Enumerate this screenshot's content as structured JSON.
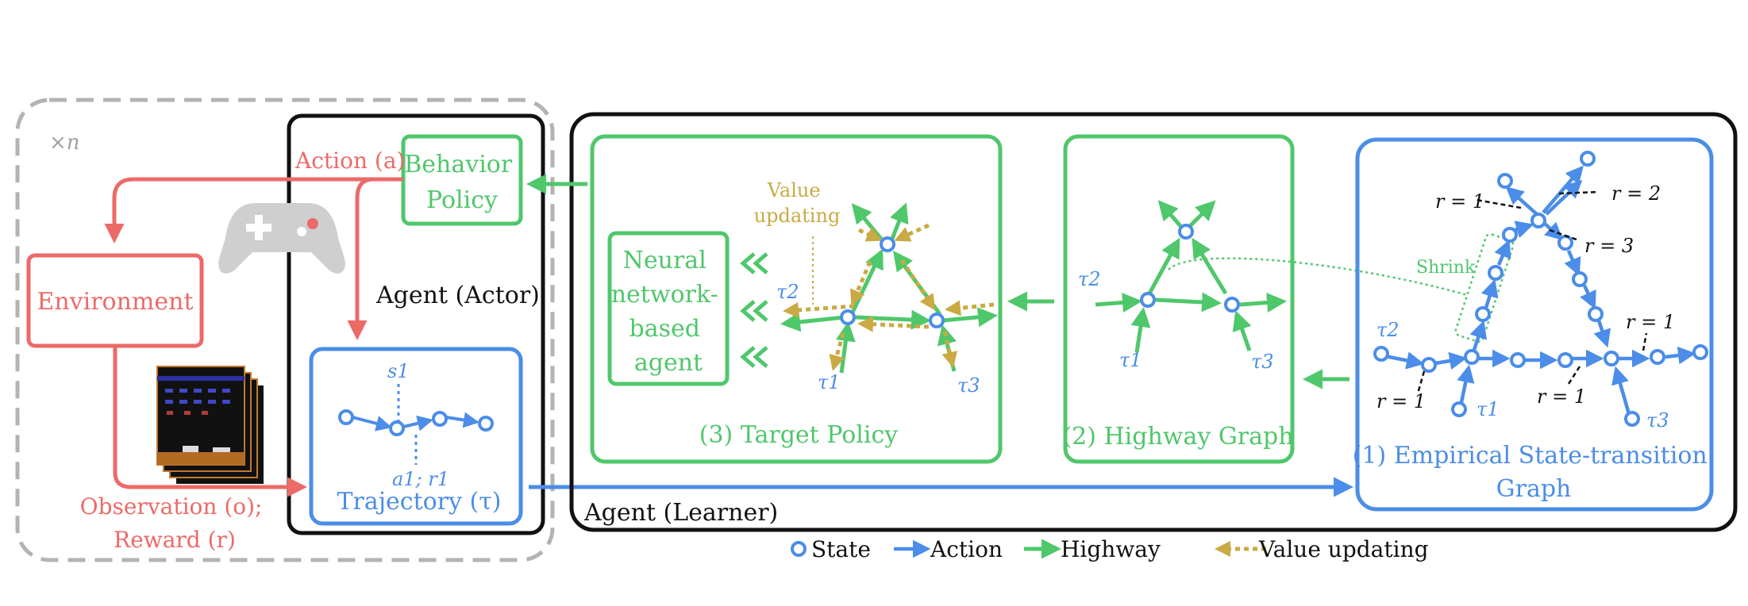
{
  "multiplier": "×n",
  "actor": {
    "action_label": "Action (a)",
    "behavior_policy": [
      "Behavior",
      "Policy"
    ],
    "agent_label": "Agent (Actor)",
    "environment": "Environment",
    "observation_label": [
      "Observation (o);",
      "Reward (r)"
    ],
    "trajectory_title": "Trajectory (τ)",
    "state_label": "s1",
    "action_reward_label": "a1; r1"
  },
  "learner": {
    "agent_label": "Agent (Learner)",
    "target_policy": {
      "title": "(3) Target Policy",
      "nn_agent": [
        "Neural",
        "network-",
        "based",
        "agent"
      ],
      "value_updating": [
        "Value",
        "updating"
      ],
      "tau": [
        "τ2",
        "τ1",
        "τ3"
      ]
    },
    "highway_graph": {
      "title": "(2) Highway Graph",
      "tau": [
        "τ2",
        "τ1",
        "τ3"
      ]
    },
    "empirical_graph": {
      "title": [
        "(1) Empirical State-transition",
        "Graph"
      ],
      "shrink": "Shrink",
      "rewards": [
        "r = 1",
        "r = 2",
        "r = 3",
        "r = 1",
        "r = 1",
        "r = 1"
      ],
      "tau": [
        "τ2",
        "τ1",
        "τ3"
      ]
    }
  },
  "legend": {
    "state": "State",
    "action": "Action",
    "highway": "Highway",
    "value_updating": "Value updating"
  },
  "colors": {
    "green": "#4fc76b",
    "blue": "#4b8de8",
    "red": "#ec6a67",
    "gold": "#c9aa43",
    "gray": "#b3b3b3",
    "black": "#111111"
  }
}
